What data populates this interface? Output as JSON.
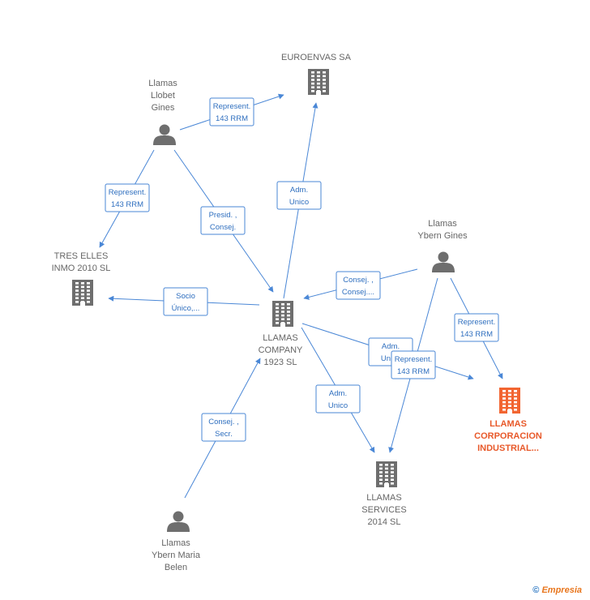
{
  "nodes": [
    {
      "id": "euroenvas",
      "type": "company",
      "label": [
        "EUROENVAS SA"
      ],
      "highlight": false
    },
    {
      "id": "llobet",
      "type": "person",
      "label": [
        "Llamas",
        "Llobet",
        "Gines"
      ],
      "highlight": false
    },
    {
      "id": "ybern_gines",
      "type": "person",
      "label": [
        "Llamas",
        "Ybern Gines"
      ],
      "highlight": false
    },
    {
      "id": "tres_elles",
      "type": "company",
      "label": [
        "TRES ELLES",
        "INMO 2010 SL"
      ],
      "highlight": false
    },
    {
      "id": "llamas_company",
      "type": "company",
      "label": [
        "LLAMAS",
        "COMPANY",
        "1923  SL"
      ],
      "highlight": false
    },
    {
      "id": "llamas_corp",
      "type": "company",
      "label": [
        "LLAMAS",
        "CORPORACION",
        "INDUSTRIAL..."
      ],
      "highlight": true
    },
    {
      "id": "llamas_services",
      "type": "company",
      "label": [
        "LLAMAS",
        "SERVICES",
        "2014  SL"
      ],
      "highlight": false
    },
    {
      "id": "maria_belen",
      "type": "person",
      "label": [
        "Llamas",
        "Ybern Maria",
        "Belen"
      ],
      "highlight": false
    }
  ],
  "edges": [
    {
      "from": "llobet",
      "to": "euroenvas",
      "label": [
        "Represent.",
        "143 RRM"
      ]
    },
    {
      "from": "llobet",
      "to": "tres_elles",
      "label": [
        "Represent.",
        "143 RRM"
      ]
    },
    {
      "from": "llobet",
      "to": "llamas_company",
      "label": [
        "Presid. ,",
        "Consej."
      ]
    },
    {
      "from": "llamas_company",
      "to": "euroenvas",
      "label": [
        "Adm.",
        "Unico"
      ]
    },
    {
      "from": "ybern_gines",
      "to": "llamas_company",
      "label": [
        "Consej. ,",
        "Consej...."
      ]
    },
    {
      "from": "llamas_company",
      "to": "tres_elles",
      "label": [
        "Socio",
        "Único,..."
      ]
    },
    {
      "from": "ybern_gines",
      "to": "llamas_corp",
      "label": [
        "Represent.",
        "143 RRM"
      ]
    },
    {
      "from": "llamas_company",
      "to": "llamas_corp",
      "label": [
        "Adm.",
        "Unico"
      ]
    },
    {
      "from": "ybern_gines",
      "to": "llamas_services",
      "label": [
        "Represent.",
        "143 RRM"
      ]
    },
    {
      "from": "llamas_company",
      "to": "llamas_services",
      "label": [
        "Adm.",
        "Unico"
      ]
    },
    {
      "from": "maria_belen",
      "to": "llamas_company",
      "label": [
        "Consej. ,",
        "Secr."
      ]
    }
  ],
  "footer": {
    "symbol": "©",
    "brand": "Empresia"
  },
  "colors": {
    "node": "#6e6e6e",
    "highlight": "#f26531",
    "edge": "#4a87d6"
  }
}
